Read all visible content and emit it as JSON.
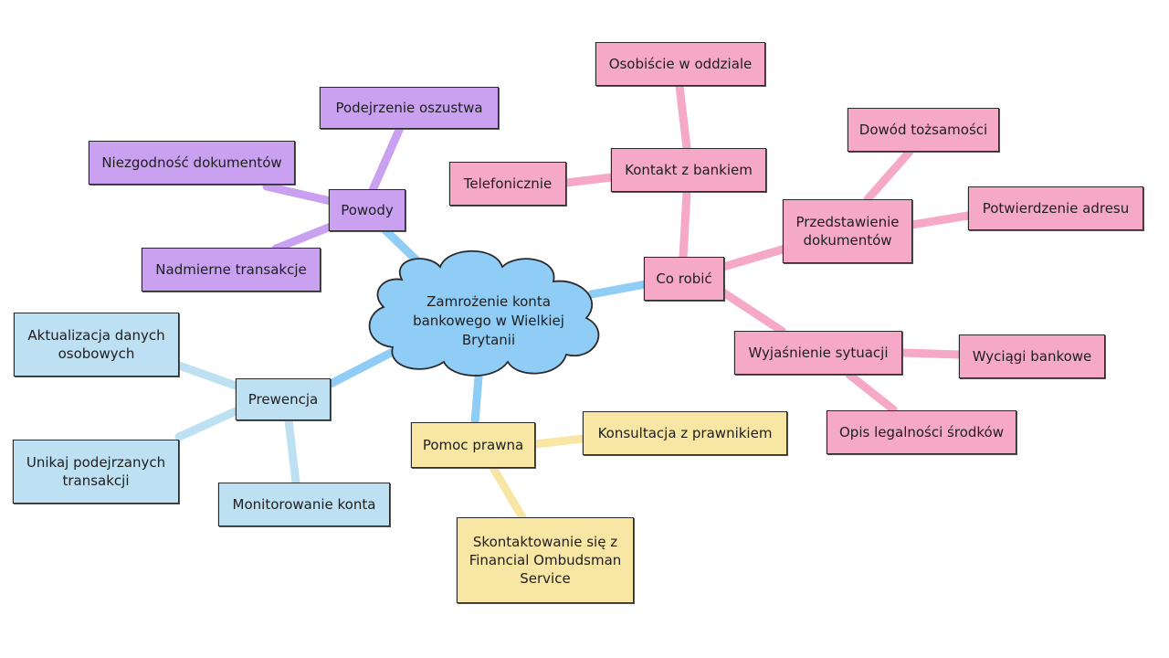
{
  "colors": {
    "center": "#8fcdf7",
    "purple": "#c9a1f0",
    "pink": "#f5a9c6",
    "blue": "#bde0f2",
    "yellow": "#f8e6a4"
  },
  "center": {
    "lines": [
      "Zamrożenie konta",
      "bankowego w Wielkiej",
      "Brytanii"
    ]
  },
  "branches": {
    "powody": {
      "label": "Powody",
      "children": [
        "Podejrzenie oszustwa",
        "Niezgodność dokumentów",
        "Nadmierne transakcje"
      ]
    },
    "co_robic": {
      "label": "Co robić",
      "kontakt": {
        "label": "Kontakt z bankiem",
        "children": [
          "Osobiście w oddziale",
          "Telefonicznie"
        ]
      },
      "dokumenty": {
        "lines": [
          "Przedstawienie",
          "dokumentów"
        ],
        "children": [
          "Dowód tożsamości",
          "Potwierdzenie adresu"
        ]
      },
      "wyjasnienie": {
        "label": "Wyjaśnienie sytuacji",
        "children": [
          "Wyciągi bankowe",
          "Opis legalności środków"
        ]
      }
    },
    "prewencja": {
      "label": "Prewencja",
      "aktualizacja": [
        "Aktualizacja danych",
        "osobowych"
      ],
      "unikaj": [
        "Unikaj podejrzanych",
        "transakcji"
      ],
      "monitorowanie": "Monitorowanie konta"
    },
    "pomoc": {
      "label": "Pomoc prawna",
      "konsultacja": "Konsultacja z prawnikiem",
      "ombudsman": [
        "Skontaktowanie się z",
        "Financial Ombudsman",
        "Service"
      ]
    }
  }
}
